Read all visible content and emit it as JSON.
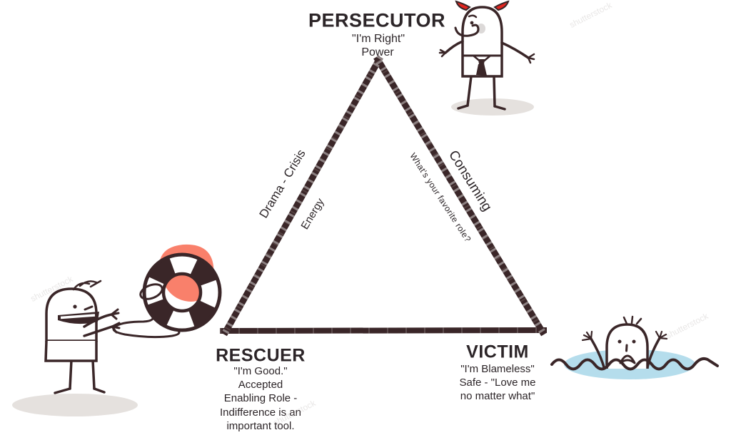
{
  "persecutor": {
    "label": "PERSECUTOR",
    "quote": "\"I'm Right\"",
    "power": "Power"
  },
  "rescuer": {
    "label": "RESCUER",
    "lines": [
      "\"I'm Good.\"",
      "Accepted",
      "Enabling Role -",
      "Indifference is an",
      "important tool."
    ]
  },
  "victim": {
    "label": "VICTIM",
    "lines": [
      "\"I'm Blameless\"",
      "Safe - \"Love me",
      "no matter what\""
    ]
  },
  "edges": {
    "left_outer": "Drama - Crisis",
    "left_inner": "Energy",
    "right_outer": "Consuming",
    "right_inner": "What's your favorite role?"
  },
  "watermark": "shutterstock",
  "colors": {
    "ink": "#3a2628",
    "text": "#2c2528",
    "salmon": "#F9806B",
    "water": "#B5DDEC",
    "horn_red": "#E3251F",
    "shadow": "#E5E1DE"
  }
}
